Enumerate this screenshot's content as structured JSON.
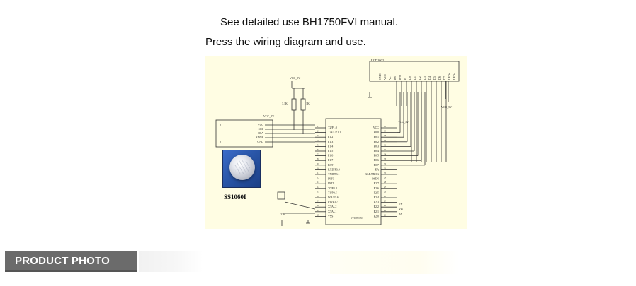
{
  "text": {
    "line1": "See detailed use BH1750FVI manual.",
    "line2": "Press the wiring diagram and use."
  },
  "schematic": {
    "lcd_title": "LCD1602",
    "lcd_pins": [
      "GND",
      "VCC",
      "Vo",
      "RS",
      "R/W",
      "E",
      "D0",
      "D1",
      "D2",
      "D3",
      "D4",
      "D5",
      "D6",
      "D7",
      "LED+",
      "LED-"
    ],
    "vcc_label": "VCC_5V",
    "resistors": [
      "3.1K",
      "1K"
    ],
    "sensor_pins": [
      "VCC",
      "SCL",
      "SDA",
      "ADDR",
      "GND"
    ],
    "sensor_side": [
      "0",
      "0"
    ],
    "mcu_name": "STC89C51",
    "mcu_left_pins": [
      "T2/P1.0",
      "T2EX/P1.1",
      "P1.2",
      "P1.3",
      "P1.4",
      "P1.5",
      "P1.6",
      "P1.7",
      "RST",
      "RXD/P3.0",
      "TXD/P3.1",
      "INT0",
      "INT1",
      "T0/P3.4",
      "T1/P3.5",
      "WR/P3.6",
      "RD/P3.7",
      "XTAL2",
      "XTAL1",
      "VSS"
    ],
    "mcu_right_pins": [
      "VCC",
      "P0.0",
      "P0.1",
      "P0.2",
      "P0.3",
      "P0.4",
      "P0.5",
      "P0.6",
      "P0.7",
      "EA",
      "ALE/PROG",
      "PSEN",
      "P2.7",
      "P2.6",
      "P2.5",
      "P2.4",
      "P2.3",
      "P2.2",
      "P2.1",
      "P2.0"
    ],
    "mcu_left_numbers": [
      "1",
      "2",
      "3",
      "4",
      "5",
      "6",
      "7",
      "8",
      "9",
      "10",
      "11",
      "12",
      "13",
      "14",
      "15",
      "16",
      "17",
      "18",
      "19",
      "20"
    ],
    "mcu_right_numbers": [
      "40",
      "39",
      "38",
      "37",
      "36",
      "35",
      "34",
      "33",
      "32",
      "31",
      "30",
      "29",
      "28",
      "27",
      "26",
      "25",
      "24",
      "23",
      "22",
      "21"
    ],
    "control_labels": [
      "EN",
      "RW",
      "RS"
    ],
    "crystal_label": "22P",
    "sensor_name": "SS1060I"
  },
  "product_photo_label": "PRODUCT PHOTO"
}
